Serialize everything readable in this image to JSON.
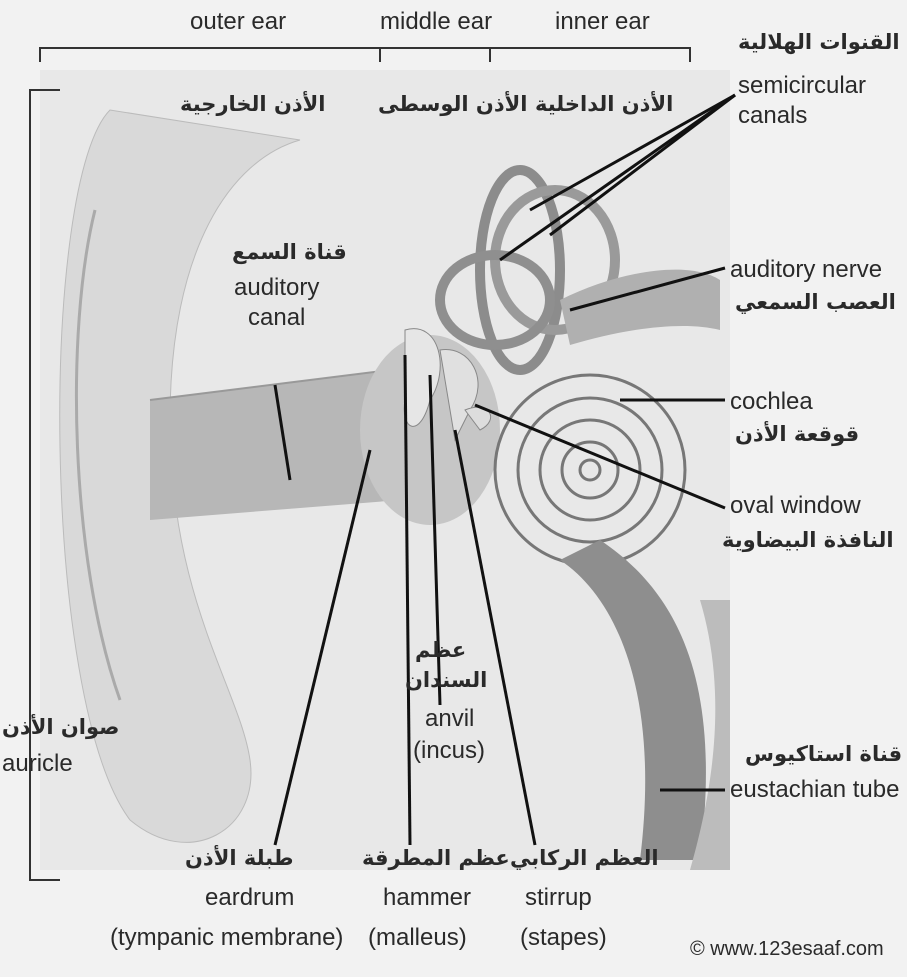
{
  "regions": {
    "outer": {
      "en": "outer ear",
      "ar": "الأذن الخارجية"
    },
    "middle": {
      "en": "middle ear",
      "ar": "الأذن الوسطى"
    },
    "inner": {
      "en": "inner ear",
      "ar": "الأذن الداخلية"
    }
  },
  "labels": {
    "semicircular": {
      "ar": "القنوات الهلالية",
      "en1": "semicircular",
      "en2": "canals"
    },
    "auditory_canal": {
      "ar": "قناة السمع",
      "en1": "auditory",
      "en2": "canal"
    },
    "auditory_nerve": {
      "en": "auditory nerve",
      "ar": "العصب السمعي"
    },
    "cochlea": {
      "en": "cochlea",
      "ar": "قوقعة الأذن"
    },
    "oval_window": {
      "en": "oval window",
      "ar": "النافذة البيضاوية"
    },
    "auricle": {
      "ar": "صوان الأذن",
      "en": "auricle"
    },
    "anvil": {
      "ar1": "عظم",
      "ar2": "السندان",
      "en1": "anvil",
      "en2": "(incus)"
    },
    "eustachian": {
      "ar": "قناة استاكيوس",
      "en": "eustachian tube"
    },
    "eardrum": {
      "ar": "طبلة الأذن",
      "en1": "eardrum",
      "en2": "(tympanic membrane)"
    },
    "hammer": {
      "ar": "عظم المطرقة",
      "en1": "hammer",
      "en2": "(malleus)"
    },
    "stirrup": {
      "ar": "العظم الركابي",
      "en1": "stirrup",
      "en2": "(stapes)"
    }
  },
  "copyright": "© www.123esaaf.com"
}
